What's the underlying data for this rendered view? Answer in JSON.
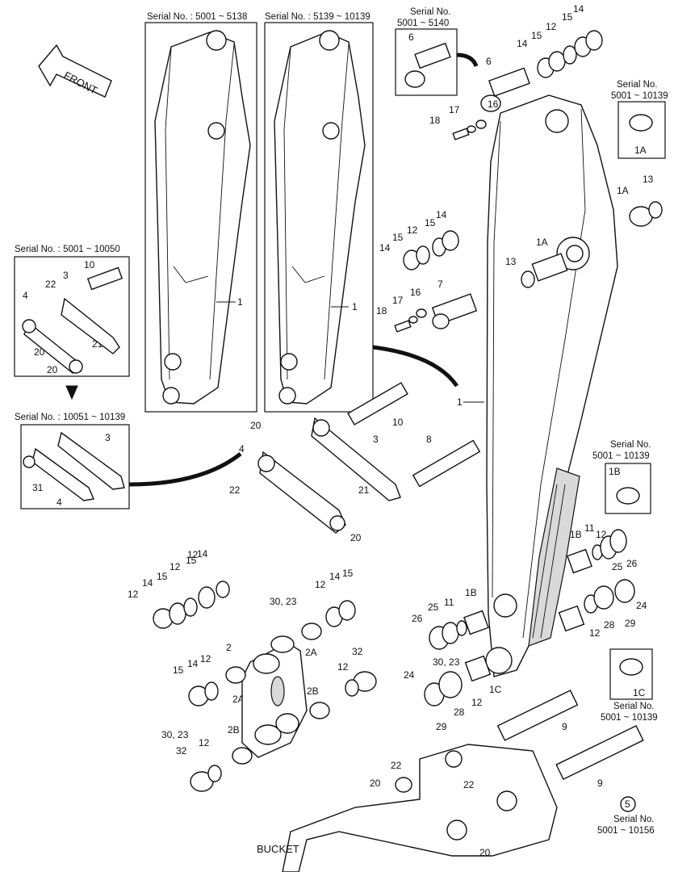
{
  "serials": {
    "boom_a": "Serial No. : 5001 ~ 5138",
    "boom_b": "Serial No. : 5139 ~ 10139",
    "pin6_title": "Serial No.",
    "pin6_range": "5001 ~ 5140",
    "bush1a_title": "Serial No.",
    "bush1a_range": "5001 ~ 10139",
    "link_a": "Serial No. : 5001 ~ 10050",
    "link_b": "Serial No. : 10051 ~ 10139",
    "bush1b_title": "Serial No.",
    "bush1b_range": "5001 ~ 10139",
    "bush1c_title": "Serial No.",
    "bush1c_range": "5001 ~ 10139",
    "pin9_title": "Serial No.",
    "pin9_range": "5001 ~ 10156"
  },
  "front_label": "FRONT",
  "bucket_label": "BUCKET",
  "callouts": {
    "c1": "1",
    "c2": "2",
    "c3": "3",
    "c4": "4",
    "c5": "5",
    "c6": "6",
    "c7": "7",
    "c8": "8",
    "c9": "9",
    "c10": "10",
    "c11": "11",
    "c12": "12",
    "c13": "13",
    "c14": "14",
    "c15": "15",
    "c16": "16",
    "c17": "17",
    "c18": "18",
    "c20": "20",
    "c21": "21",
    "c22": "22",
    "c24": "24",
    "c25": "25",
    "c26": "26",
    "c28": "28",
    "c29": "29",
    "c31": "31",
    "c32": "32",
    "c1a": "1A",
    "c1b": "1B",
    "c1c": "1C",
    "c2a": "2A",
    "c2b": "2B",
    "c3023": "30, 23"
  }
}
